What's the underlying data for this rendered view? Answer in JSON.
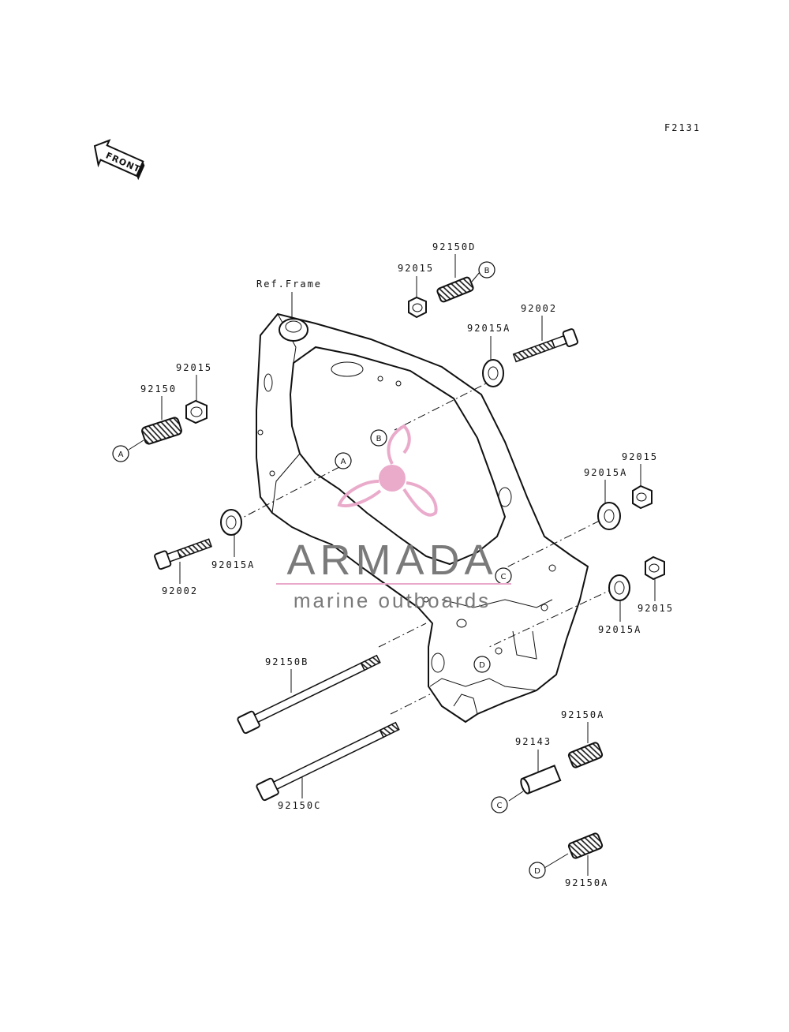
{
  "figure_code": "F2131",
  "front_label": "FRONT",
  "ref_frame": "Ref.Frame",
  "watermark": {
    "brand": "ARMADA",
    "tagline": "marine outboards",
    "logo_color": "#e9a7c9"
  },
  "parts": {
    "p92150D_top": "92150D",
    "p92015_top": "92015",
    "p92002_top": "92002",
    "p92015A_top": "92015A",
    "p92015_left": "92015",
    "p92150_left": "92150",
    "p92015A_left": "92015A",
    "p92002_left": "92002",
    "p92015_right1": "92015",
    "p92015A_right1": "92015A",
    "p92015_right2": "92015",
    "p92015A_right2": "92015A",
    "p92150B": "92150B",
    "p92150C": "92150C",
    "p92143": "92143",
    "p92150A_1": "92150A",
    "p92150A_2": "92150A"
  },
  "callouts": {
    "A": "A",
    "B": "B",
    "C": "C",
    "D": "D"
  }
}
